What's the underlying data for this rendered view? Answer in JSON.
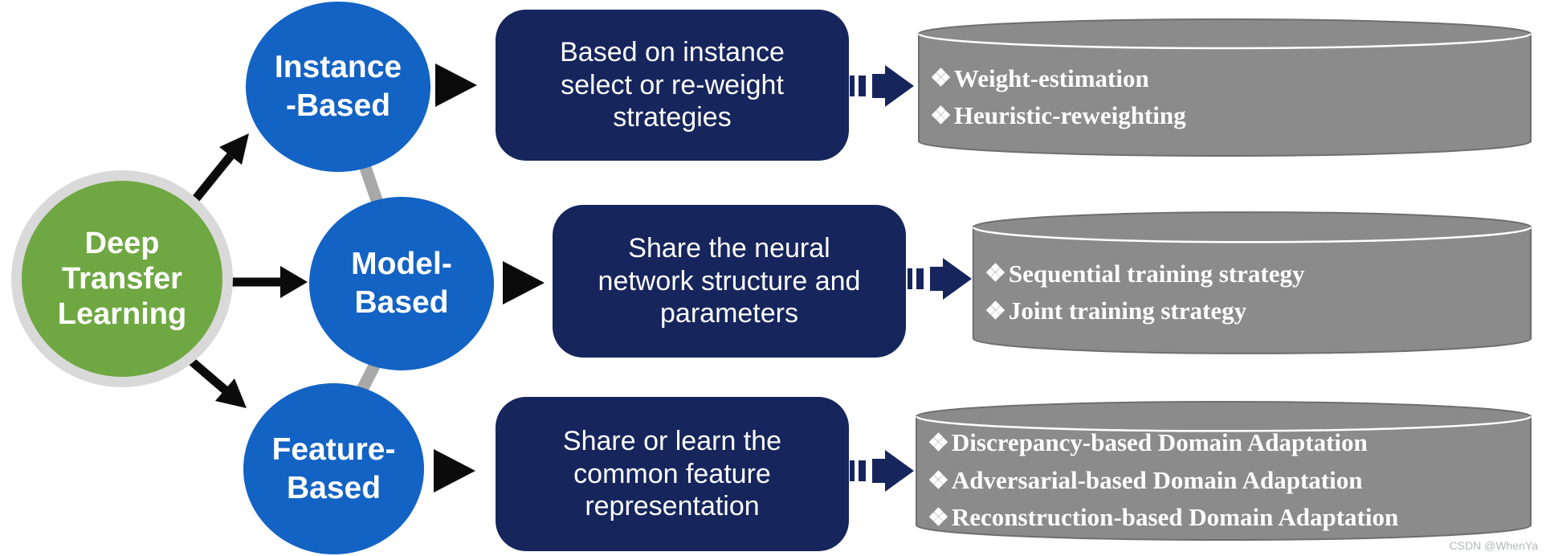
{
  "watermark": "CSDN @WhenYa",
  "bullet_glyph": "❖",
  "colors": {
    "bg": "#FFFFFF",
    "green": "#6FA843",
    "ring": "#D9D9D9",
    "blue": "#1363C4",
    "navy": "#16255C",
    "gray": "#8B8B8B",
    "grayline": "#6E6E6E",
    "connector": "#A8A8A8",
    "black": "#0B0B0B",
    "white": "#FFFFFF",
    "wm": "#B4B8BC"
  },
  "root": {
    "lines": [
      "Deep",
      "Transfer",
      "Learning"
    ]
  },
  "branches": [
    {
      "name": "instance-based",
      "circle_lines": [
        "Instance",
        "-Based"
      ],
      "box_lines": [
        "Based on instance",
        "select or re-weight",
        "strategies"
      ],
      "methods": [
        "Weight-estimation",
        "Heuristic-reweighting"
      ]
    },
    {
      "name": "model-based",
      "circle_lines": [
        "Model-",
        "Based"
      ],
      "box_lines": [
        "Share the neural",
        "network structure and",
        "parameters"
      ],
      "methods": [
        "Sequential training strategy",
        "Joint training strategy"
      ]
    },
    {
      "name": "feature-based",
      "circle_lines": [
        "Feature-",
        "Based"
      ],
      "box_lines": [
        "Share or learn the",
        "common feature",
        "representation"
      ],
      "methods": [
        "Discrepancy-based Domain Adaptation",
        "Adversarial-based Domain Adaptation",
        "Reconstruction-based Domain Adaptation"
      ]
    }
  ]
}
